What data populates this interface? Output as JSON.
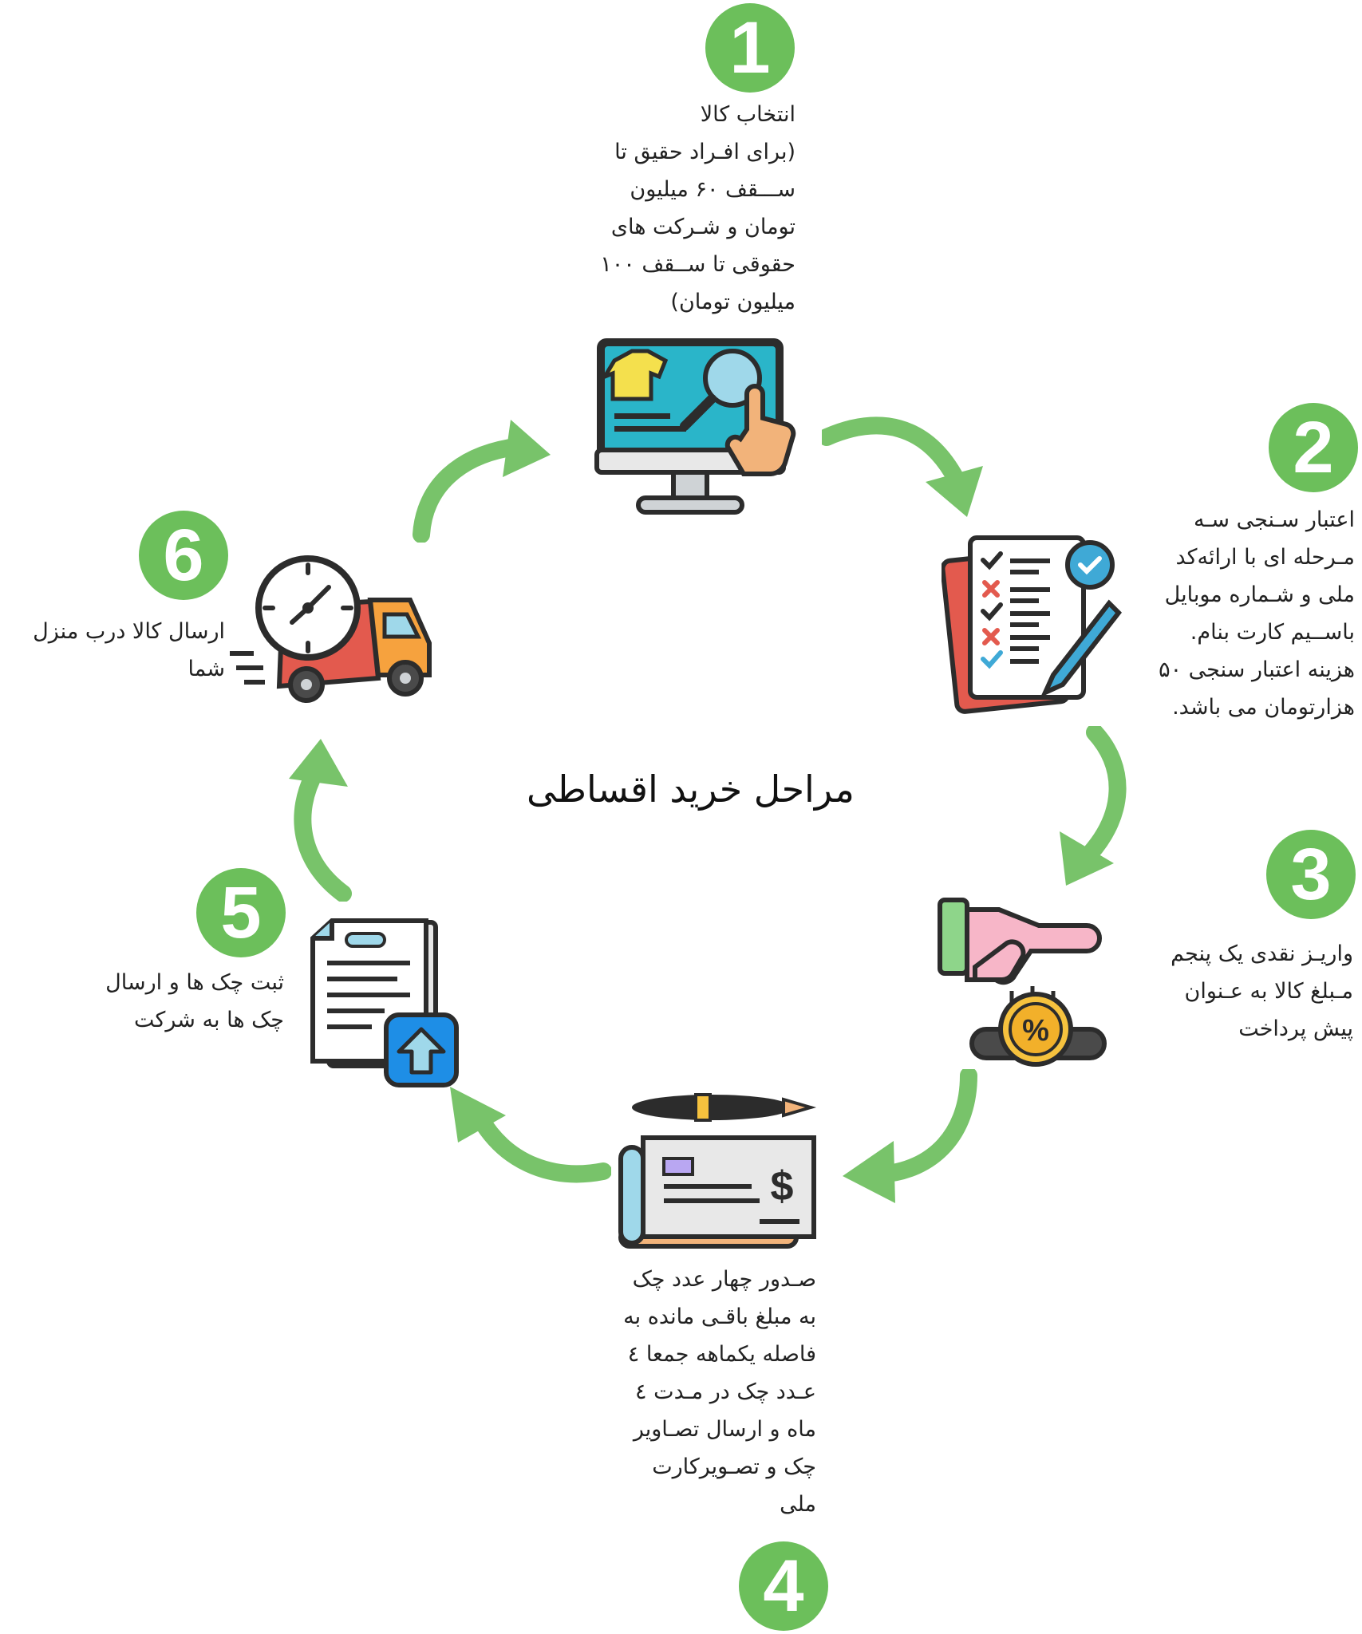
{
  "title": "مراحل خرید اقساطی",
  "steps": [
    {
      "number": "1",
      "text": "انتخاب کالا\n(برای افـراد حقیق تا\nســـقف ۶۰ میلیون\nتومان و شـرکت های\nحقوقی تا ســقف ۱۰۰\nمیلیون تومان)"
    },
    {
      "number": "2",
      "text": "اعتبار سـنجی سـه\nمـرحله ای با ارائه‌کد\nملی و شـماره موبایل\nباســیم کارت بنام.\nهزینه اعتبار سنجی ۵۰\nهزارتومان می باشد."
    },
    {
      "number": "3",
      "text": "واریـز نقدی یک پنجم\nمـبلغ کالا به عـنوان\nپیش پرداخت"
    },
    {
      "number": "4",
      "text": "صـدور چهار عدد چک\nبه مبلغ باقـی مانده به\nفاصله یکماهه جمعا ٤\nعـدد چک در مـدت ٤\nماه و ارسال تصـاویر\nچک و تصـویرکارت\nملی"
    },
    {
      "number": "5",
      "text": "ثبت چک ها و ارسال\nچک ها به شرکت"
    },
    {
      "number": "6",
      "text": "ارسال کالا درب منزل\nشما"
    }
  ],
  "colors": {
    "accent_green": "#6cbf5b",
    "arrow_green": "#78c36a"
  },
  "icons": [
    "computer-shopping-icon",
    "checklist-icon",
    "hand-coin-percent-icon",
    "check-pen-icon",
    "document-upload-icon",
    "delivery-truck-clock-icon"
  ]
}
